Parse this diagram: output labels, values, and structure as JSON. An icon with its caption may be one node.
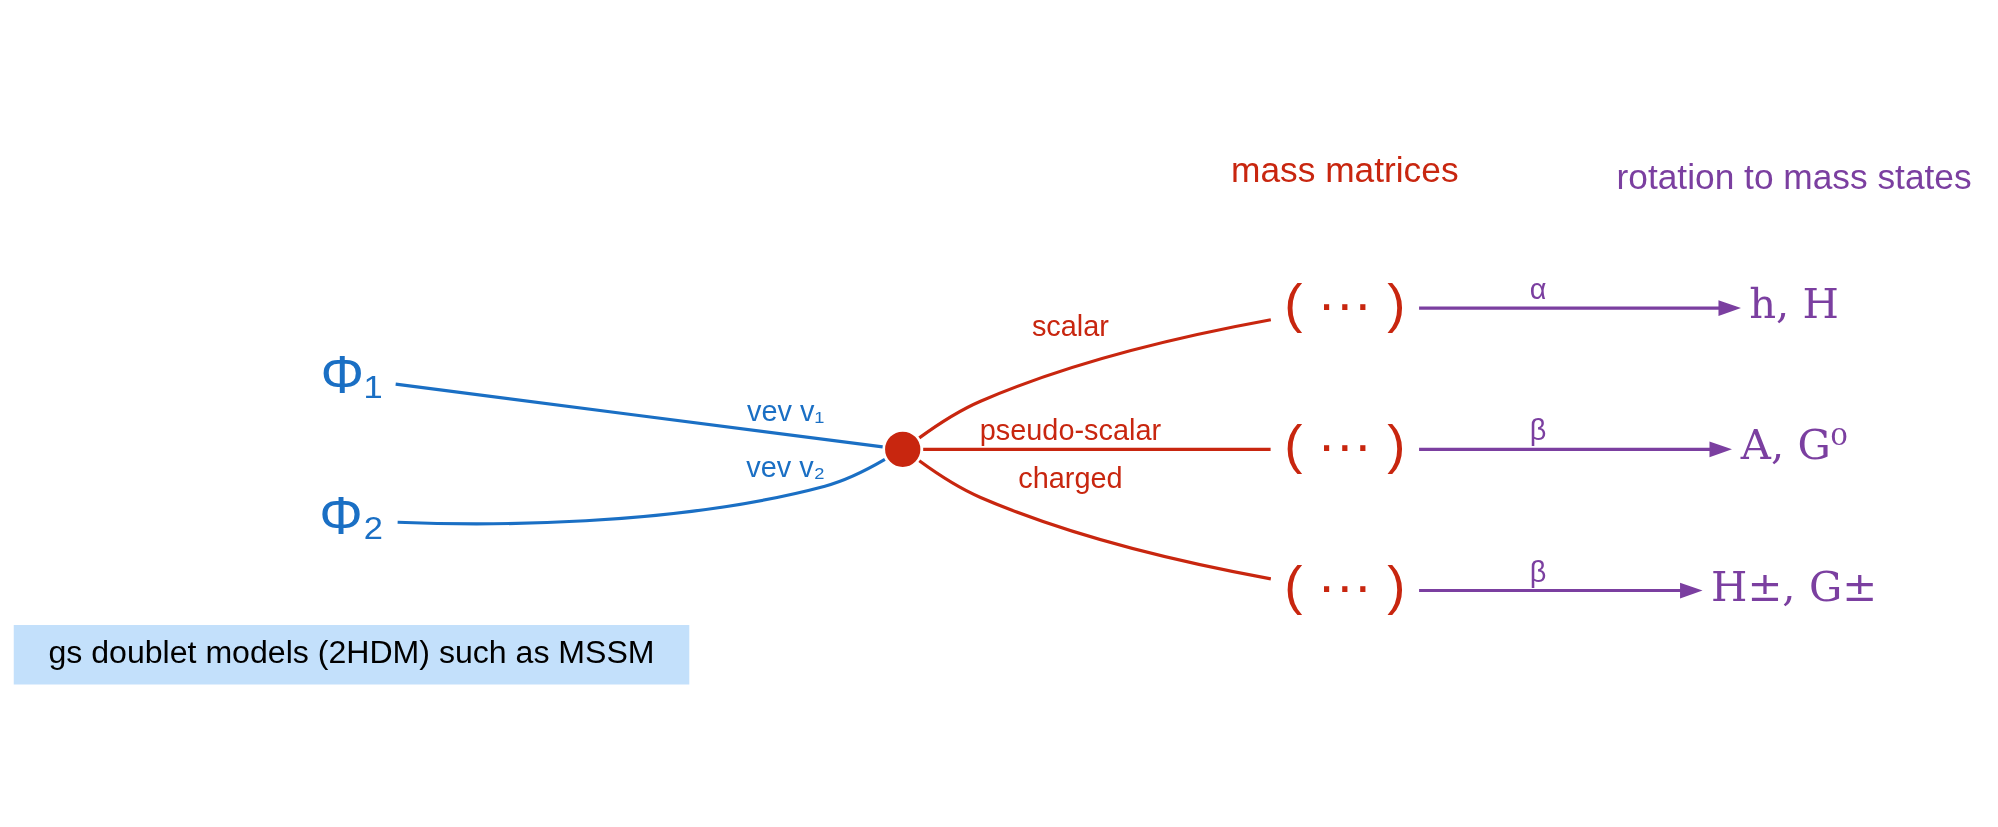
{
  "diagram": {
    "nodes": [
      {
        "text": [
          "gs doublet models (2HDM) such as MSSM"
        ]
      },
      {
        "text": [
          "Φ₁"
        ]
      },
      {
        "text": [
          "Φ₂"
        ]
      },
      {
        "text": [],
        "shape": "circle"
      },
      {
        "text": [
          "( ··· )"
        ]
      },
      {
        "text": [
          "( ··· )"
        ]
      },
      {
        "text": [
          "( ··· )"
        ]
      },
      {
        "text": [
          "h, H"
        ]
      },
      {
        "text": [
          "A, G⁰"
        ]
      },
      {
        "text": [
          "H±, G±"
        ]
      }
    ],
    "edges": [
      {
        "from": 1,
        "to": 3,
        "arrow": "none",
        "label": "vev v₁",
        "color": "#1a6fc4"
      },
      {
        "from": 2,
        "to": 3,
        "arrow": "none",
        "label": "vev v₂",
        "color": "#1a6fc4"
      },
      {
        "from": 3,
        "to": 4,
        "arrow": "none",
        "label": "scalar",
        "color": "#c8260f"
      },
      {
        "from": 3,
        "to": 5,
        "arrow": "none",
        "label": "pseudo-scalar",
        "color": "#c8260f"
      },
      {
        "from": 3,
        "to": 6,
        "arrow": "none",
        "label": "charged",
        "color": "#c8260f"
      },
      {
        "from": 4,
        "to": 7,
        "arrow": "to",
        "label": "α",
        "color": "#7b3fa0"
      },
      {
        "from": 5,
        "to": 8,
        "arrow": "to",
        "label": "β",
        "color": "#7b3fa0"
      },
      {
        "from": 6,
        "to": 9,
        "arrow": "to",
        "label": "β",
        "color": "#7b3fa0"
      }
    ],
    "labels": [
      "mass matrices",
      "rotation to mass states"
    ]
  }
}
